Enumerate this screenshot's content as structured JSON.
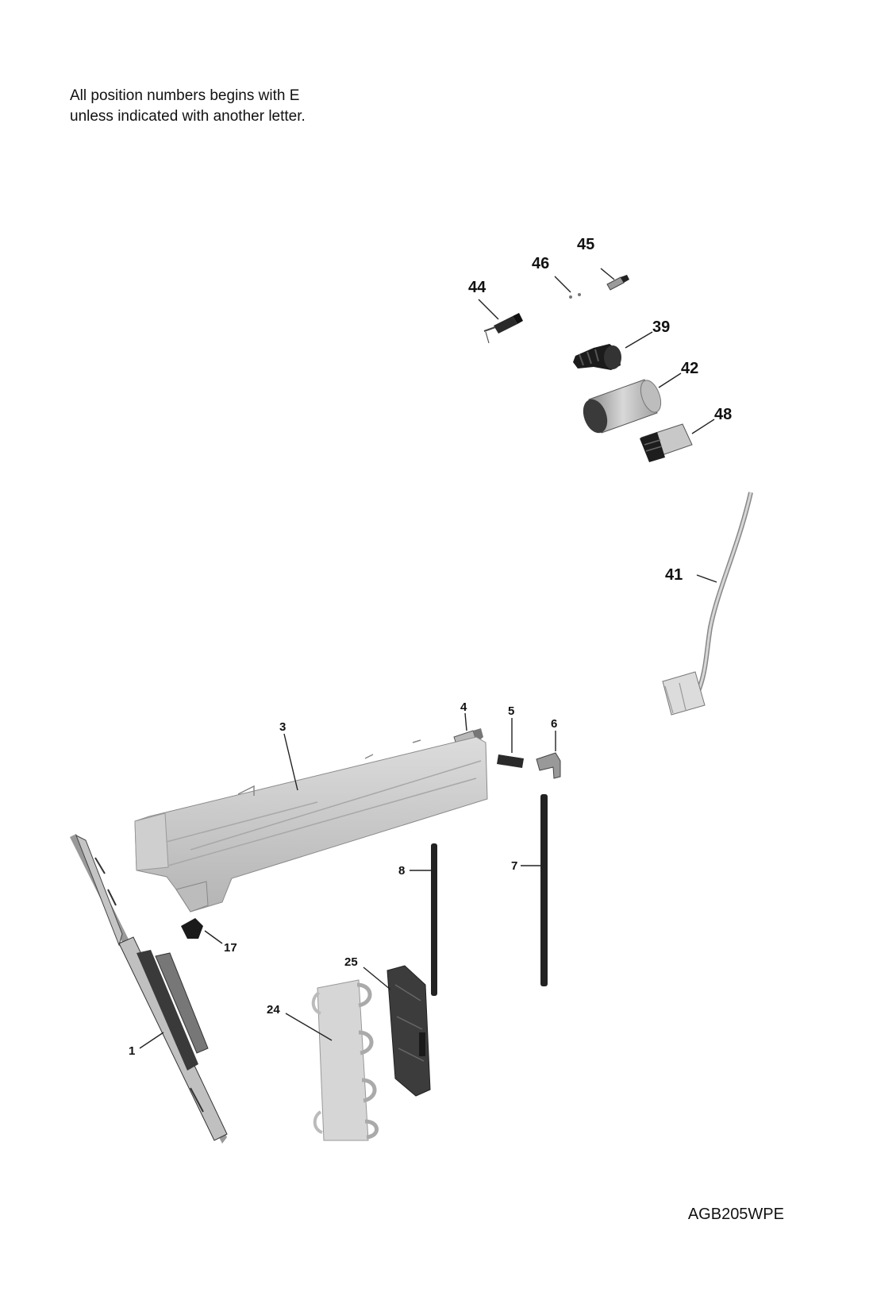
{
  "note": {
    "line1": "All position numbers begins with E",
    "line2": "unless indicated with another letter."
  },
  "model_code": "AGB205WPE",
  "parts": {
    "p45": "45",
    "p46": "46",
    "p44": "44",
    "p39": "39",
    "p42": "42",
    "p48": "48",
    "p41": "41",
    "p4": "4",
    "p5": "5",
    "p6": "6",
    "p3": "3",
    "p8": "8",
    "p7": "7",
    "p17": "17",
    "p25": "25",
    "p24": "24",
    "p1": "1"
  }
}
